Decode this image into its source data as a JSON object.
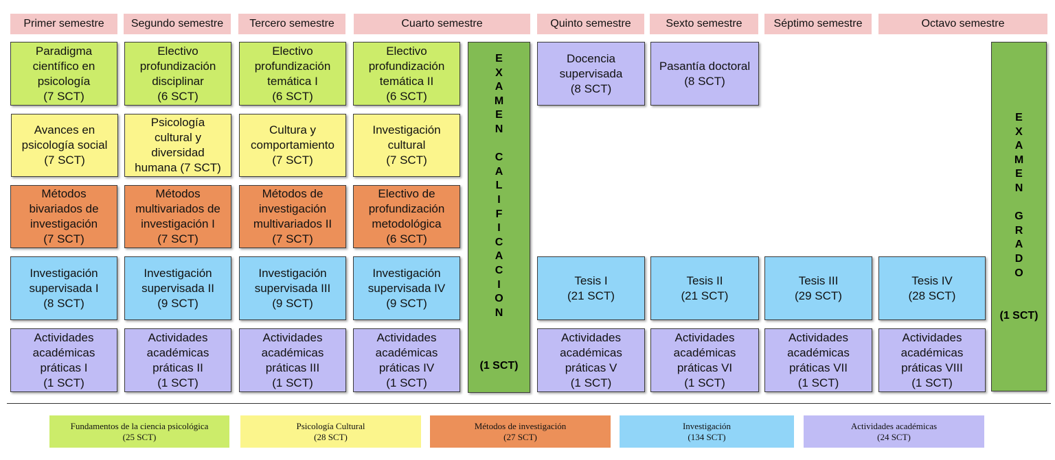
{
  "colors": {
    "header": "#f4c7c7",
    "fundamentos": "#ccec6a",
    "cultural": "#fbf58c",
    "metodos": "#ec9059",
    "investigacion": "#91d5f8",
    "actividades": "#c0bcf5",
    "examen": "#82bc53"
  },
  "headers": [
    "Primer semestre",
    "Segundo semestre",
    "Tercero semestre",
    "Cuarto semestre",
    "Quinto semestre",
    "Sexto semestre",
    "Séptimo semestre",
    "Octavo semestre"
  ],
  "courses": {
    "row1": [
      "Paradigma\ncientífico en\npsicología\n(7 SCT)",
      "Electivo\nprofundización\ndisciplinar\n(6 SCT)",
      "Electivo\nprofundización\ntemática I\n(6 SCT)",
      "Electivo\nprofundización\ntemática II\n(6 SCT)",
      "Docencia\nsupervisada\n(8 SCT)",
      "Pasantía doctoral\n(8 SCT)"
    ],
    "row2": [
      "Avances en\npsicología social\n(7 SCT)",
      "Psicología\ncultural y\ndiversidad\nhumana (7 SCT)",
      "Cultura y\ncomportamiento\n(7 SCT)",
      "Investigación\ncultural\n(7 SCT)"
    ],
    "row3": [
      "Métodos\nbivariados de\ninvestigación\n(7 SCT)",
      "Métodos\nmultivariados de\ninvestigación I\n(7 SCT)",
      "Métodos de\ninvestigación\nmultivariados II\n(7 SCT)",
      "Electivo de\nprofundización\nmetodológica\n(6 SCT)"
    ],
    "row4": [
      "Investigación\nsupervisada I\n(8 SCT)",
      "Investigación\nsupervisada II\n(9 SCT)",
      "Investigación\nsupervisada III\n(9 SCT)",
      "Investigación\nsupervisada IV\n(9 SCT)",
      "Tesis I\n(21 SCT)",
      "Tesis II\n(21 SCT)",
      "Tesis III\n(29 SCT)",
      "Tesis IV\n(28 SCT)"
    ],
    "row5": [
      "Actividades\nacadémicas\npráticas I\n(1 SCT)",
      "Actividades\nacadémicas\npráticas II\n(1 SCT)",
      "Actividades\nacadémicas\npráticas III\n(1 SCT)",
      "Actividades\nacadémicas\npráticas IV\n(1 SCT)",
      "Actividades\nacadémicas\npráticas V\n(1 SCT)",
      "Actividades\nacadémicas\npráticas VI\n(1 SCT)",
      "Actividades\nacadémicas\npráticas VII\n(1 SCT)",
      "Actividades\nacadémicas\npráticas VIII\n(1 SCT)"
    ]
  },
  "exams": {
    "calificacion": {
      "letters": "E\nX\nA\nM\nE\nN\n\nC\nA\nL\nI\nF\nI\nC\nA\nC\nI\nO\nN",
      "sct": "(1 SCT)"
    },
    "grado": {
      "letters": "E\nX\nA\nM\nE\nN\n\nG\nR\nA\nD\nO",
      "sct": "(1 SCT)"
    }
  },
  "legend": [
    {
      "name": "Fundamentos de la ciencia psicológica",
      "sct": "(25 SCT)"
    },
    {
      "name": "Psicología Cultural",
      "sct": "(28 SCT)"
    },
    {
      "name": "Métodos de investigación",
      "sct": "(27 SCT)"
    },
    {
      "name": "Investigación",
      "sct": "(134 SCT)"
    },
    {
      "name": "Actividades académicas",
      "sct": "(24 SCT)"
    }
  ]
}
